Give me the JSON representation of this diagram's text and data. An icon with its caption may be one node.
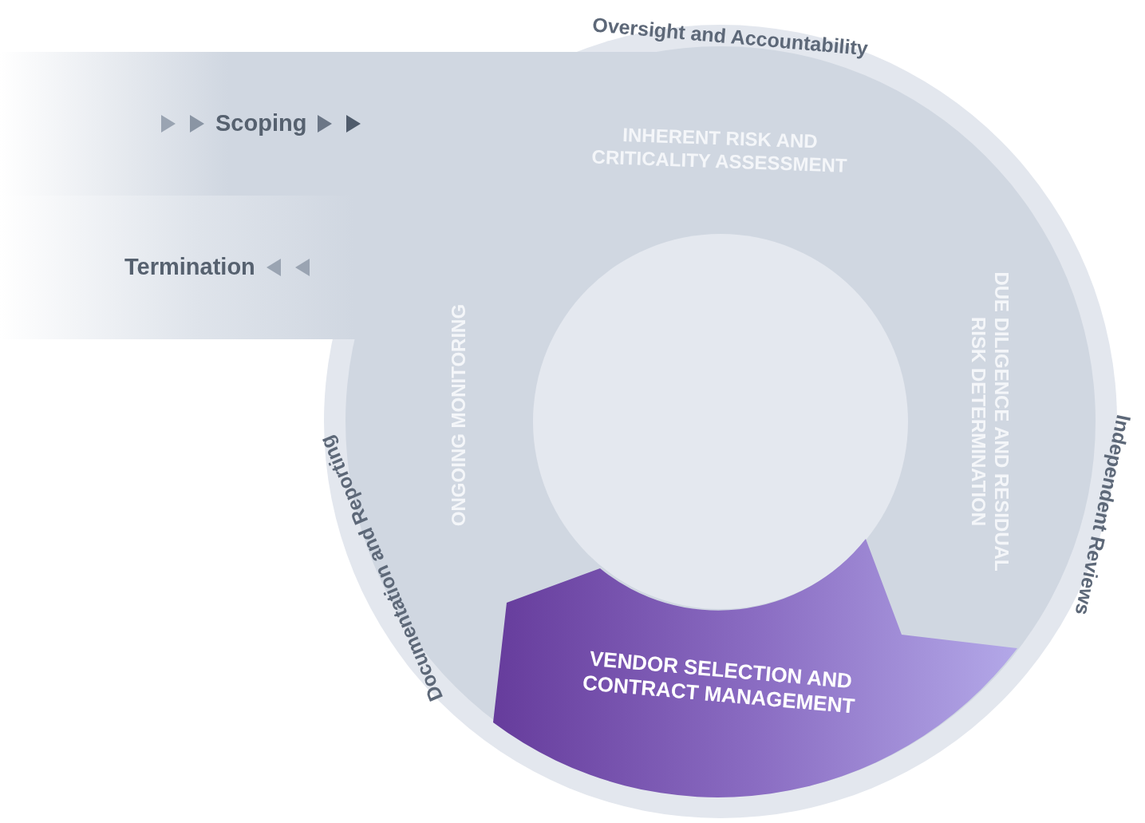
{
  "diagram": {
    "nodes": [
      {
        "text": [
          "Scoping"
        ]
      },
      {
        "text": [
          "Termination"
        ]
      },
      {
        "text": [
          "INHERENT RISK AND CRITICALITY ASSESSMENT"
        ]
      },
      {
        "text": [
          "DUE DILIGENCE AND RESIDUAL RISK DETERMINATION"
        ]
      },
      {
        "text": [
          "VENDOR SELECTION AND CONTRACT MANAGEMENT"
        ]
      },
      {
        "text": [
          "ONGOING MONITORING"
        ]
      },
      {
        "text": [],
        "shape": "circle"
      }
    ],
    "labels": [
      "Oversight and Accountability",
      "Independent Reviews",
      "Documentation and Reporting"
    ]
  }
}
